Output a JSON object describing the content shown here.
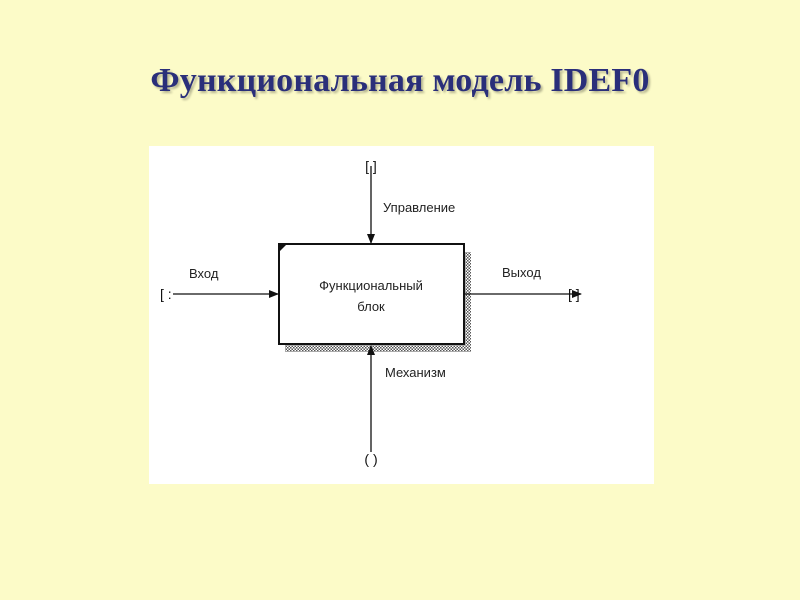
{
  "slide": {
    "title": "Функциональная модель IDEF0"
  },
  "diagram": {
    "function_block": {
      "line1": "Функциональный",
      "line2": "блок"
    },
    "arrows": {
      "control": "Управление",
      "input": "Вход",
      "output": "Выход",
      "mechanism": "Механизм"
    },
    "tunnels": {
      "control": "[ ]",
      "input": "[ :",
      "output": "[ ]",
      "mechanism": "( )"
    }
  }
}
